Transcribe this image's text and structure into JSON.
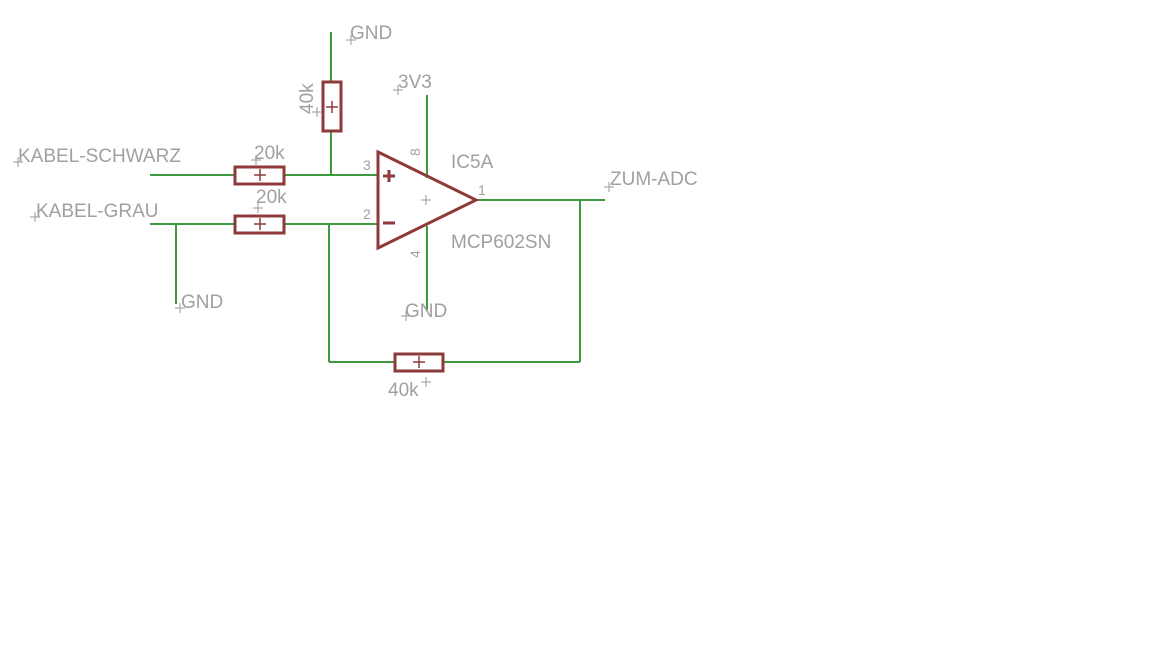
{
  "labels": {
    "gnd_top": "GND",
    "v3v3": "3V3",
    "kabel_schwarz": "KABEL-SCHWARZ",
    "kabel_grau": "KABEL-GRAU",
    "gnd_left": "GND",
    "gnd_bottom": "GND",
    "zum_adc": "ZUM-ADC",
    "ic_name": "IC5A",
    "ic_value": "MCP602SN"
  },
  "resistors": {
    "r_top": "40k",
    "r_in1": "20k",
    "r_in2": "20k",
    "r_fb": "40k"
  },
  "pins": {
    "p3": "3",
    "p2": "2",
    "p8": "8",
    "p4": "4",
    "p1": "1",
    "plus": "+",
    "minus": "−"
  },
  "colors": {
    "wire": "#3e9a3e",
    "part": "#8f3a3a",
    "text": "#a0a0a0"
  }
}
